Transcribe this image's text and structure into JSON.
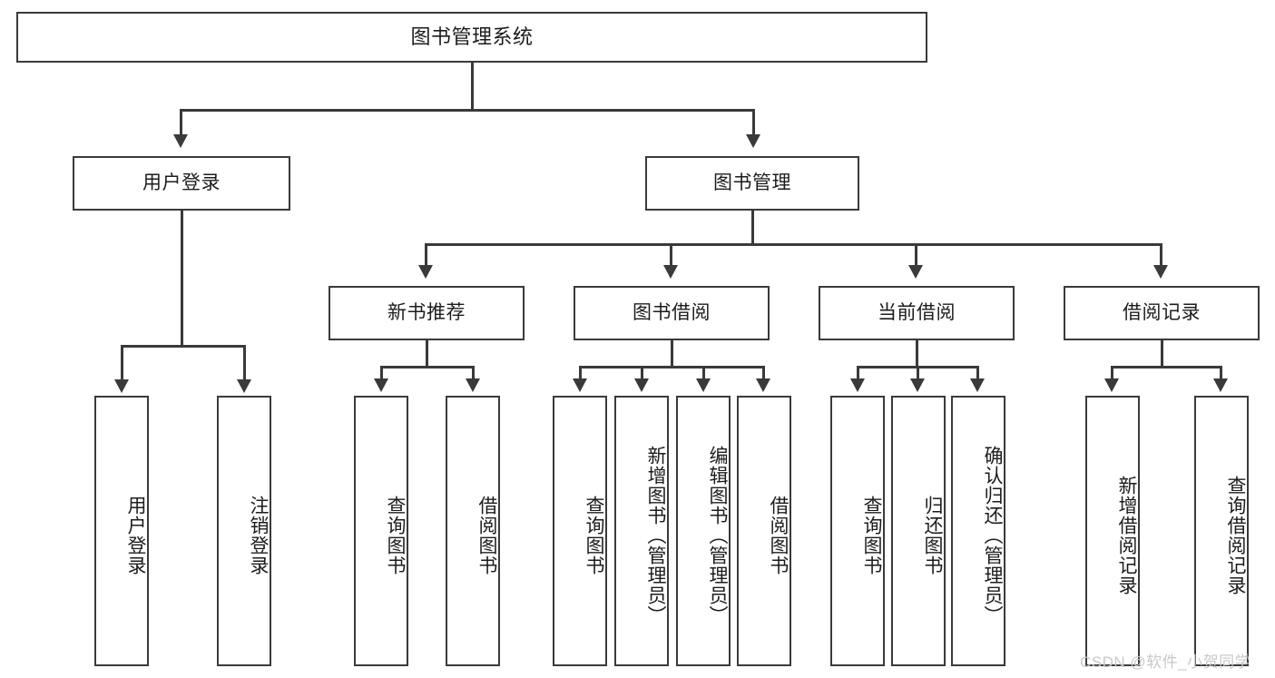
{
  "diagram": {
    "title": "图书管理系统",
    "type": "functional-decomposition-tree",
    "levels": {
      "root": {
        "label": "图书管理系统"
      },
      "level2": [
        {
          "id": "user-login",
          "label": "用户登录"
        },
        {
          "id": "book-management",
          "label": "图书管理"
        }
      ],
      "level3": [
        {
          "id": "new-book-recommend",
          "label": "新书推荐",
          "parent": "book-management"
        },
        {
          "id": "book-borrow",
          "label": "图书借阅",
          "parent": "book-management"
        },
        {
          "id": "current-borrow",
          "label": "当前借阅",
          "parent": "book-management"
        },
        {
          "id": "borrow-record",
          "label": "借阅记录",
          "parent": "book-management"
        }
      ],
      "leaves": {
        "user_login": [
          {
            "id": "leaf-user-login",
            "label": "用户登录"
          },
          {
            "id": "leaf-user-logout",
            "label": "注销登录"
          }
        ],
        "new_book_recommend": [
          {
            "id": "leaf-query-book-1",
            "label": "查询图书"
          },
          {
            "id": "leaf-borrow-book-1",
            "label": "借阅图书"
          }
        ],
        "book_borrow": [
          {
            "id": "leaf-query-book-2",
            "label": "查询图书"
          },
          {
            "id": "leaf-add-book",
            "label": "新增图书（管理员）"
          },
          {
            "id": "leaf-edit-book",
            "label": "编辑图书（管理员）"
          },
          {
            "id": "leaf-borrow-book-2",
            "label": "借阅图书"
          }
        ],
        "current_borrow": [
          {
            "id": "leaf-query-book-3",
            "label": "查询图书"
          },
          {
            "id": "leaf-return-book",
            "label": "归还图书"
          },
          {
            "id": "leaf-confirm-return",
            "label": "确认归还（管理员）"
          }
        ],
        "borrow_record": [
          {
            "id": "leaf-add-record",
            "label": "新增借阅记录"
          },
          {
            "id": "leaf-query-record",
            "label": "查询借阅记录"
          }
        ]
      }
    },
    "watermark": "CSDN @软件_小贺同学",
    "colors": {
      "stroke": "#3a3a3a",
      "fill": "#ffffff",
      "text": "#1c1c1c",
      "watermark": "#c9c9c9"
    }
  }
}
